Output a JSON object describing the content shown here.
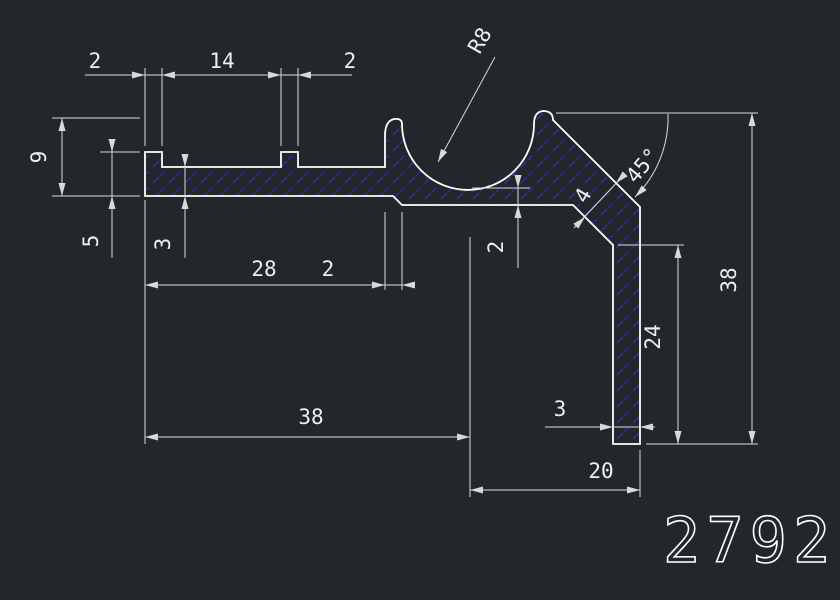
{
  "drawing": {
    "title": "2792",
    "background_color": "#23272b",
    "profile_color": "#ffffff",
    "dimension_color": "#d9d9d9",
    "hatch_color": "#2d2dd0",
    "dims": {
      "top_left_lip_width": "2",
      "top_gap_width": "14",
      "top_tab_width": "2",
      "left_total_height": "9",
      "left_lip_height": "5",
      "plate_thickness": "3",
      "mid_length": "28",
      "mid_step": "2",
      "cup_radius": "R8",
      "bend_angle": "45°",
      "web_thickness": "2",
      "wall_thickness": "4",
      "right_total_height": "38",
      "leg_height": "24",
      "leg_thickness": "3",
      "bottom_length": "38",
      "bottom_right_length": "20"
    }
  }
}
